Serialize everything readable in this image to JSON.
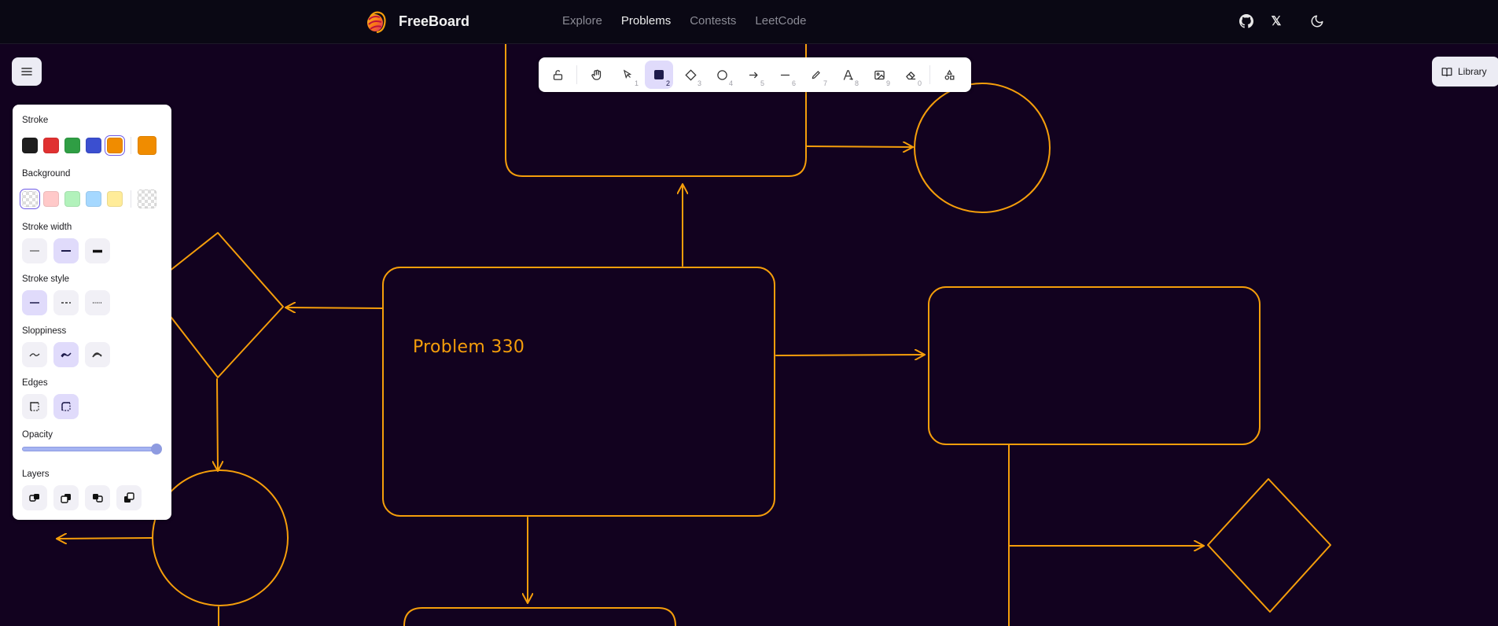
{
  "nav": {
    "brand": "FreeBoard",
    "links": [
      {
        "label": "Explore",
        "active": false
      },
      {
        "label": "Problems",
        "active": true
      },
      {
        "label": "Contests",
        "active": false
      },
      {
        "label": "LeetCode",
        "active": false
      }
    ],
    "icons": [
      "github-icon",
      "x-twitter-icon",
      "moon-icon"
    ],
    "x_glyph": "𝕏"
  },
  "toolbar": {
    "tools": [
      {
        "name": "lock-tool",
        "icon": "lock-open-icon",
        "key": ""
      },
      {
        "name": "hand-tool",
        "icon": "hand-icon",
        "key": ""
      },
      {
        "name": "select-tool",
        "icon": "pointer-icon",
        "key": "1"
      },
      {
        "name": "rectangle-tool",
        "icon": "square-icon",
        "key": "2",
        "active": true
      },
      {
        "name": "diamond-tool",
        "icon": "diamond-icon",
        "key": "3"
      },
      {
        "name": "ellipse-tool",
        "icon": "circle-icon",
        "key": "4"
      },
      {
        "name": "arrow-tool",
        "icon": "arrow-right-icon",
        "key": "5"
      },
      {
        "name": "line-tool",
        "icon": "line-icon",
        "key": "6"
      },
      {
        "name": "draw-tool",
        "icon": "pencil-icon",
        "key": "7"
      },
      {
        "name": "text-tool",
        "icon": "text-icon",
        "key": "8"
      },
      {
        "name": "image-tool",
        "icon": "image-icon",
        "key": "9"
      },
      {
        "name": "eraser-tool",
        "icon": "eraser-icon",
        "key": "0"
      },
      {
        "name": "more-tools",
        "icon": "shapes-icon",
        "key": ""
      }
    ]
  },
  "library": {
    "label": "Library"
  },
  "properties": {
    "stroke": {
      "title": "Stroke",
      "colors": [
        "#1e1e1e",
        "#e03131",
        "#2f9e44",
        "#1971c2",
        "#f08c00"
      ],
      "selected": "#f08c00",
      "current": "#f08c00"
    },
    "background": {
      "title": "Background",
      "colors": [
        "transparent",
        "#ffc9c9",
        "#b2f2bb",
        "#a5d8ff",
        "#ffec99"
      ],
      "selected": "transparent",
      "current": "transparent"
    },
    "stroke_width": {
      "title": "Stroke width",
      "options": [
        "thin",
        "bold",
        "extra-bold"
      ],
      "selected": "bold"
    },
    "stroke_style": {
      "title": "Stroke style",
      "options": [
        "solid",
        "dashed",
        "dotted"
      ],
      "selected": "solid"
    },
    "sloppiness": {
      "title": "Sloppiness",
      "options": [
        "architect",
        "artist",
        "cartoonist"
      ],
      "selected": "artist"
    },
    "edges": {
      "title": "Edges",
      "options": [
        "sharp",
        "round"
      ],
      "selected": "round"
    },
    "opacity": {
      "title": "Opacity",
      "value": 100
    },
    "layers": {
      "title": "Layers",
      "options": [
        "send-to-back",
        "send-backward",
        "bring-forward",
        "bring-to-front"
      ]
    }
  },
  "canvas": {
    "stroke_color": "#f59e0b",
    "background_color": "#12021f",
    "text_label": "Problem 330"
  }
}
